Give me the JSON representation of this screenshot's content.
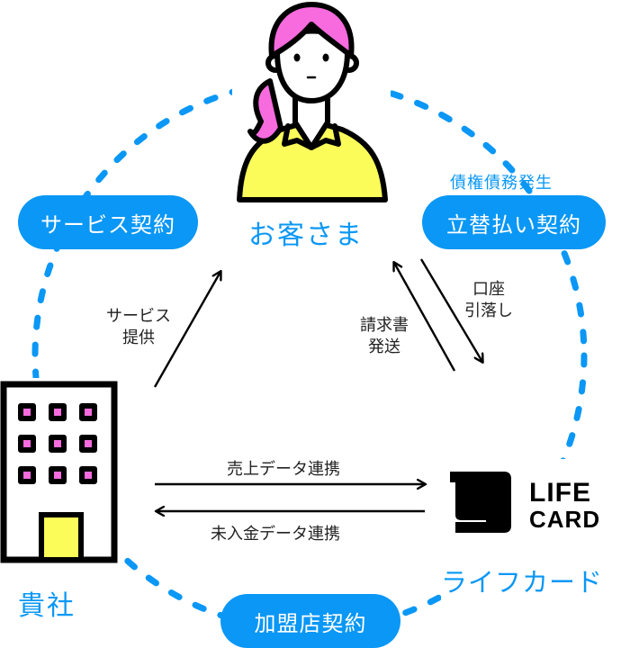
{
  "colors": {
    "accent_blue": "#0a97f5",
    "hair_pink": "#f76bde",
    "shirt_yellow": "#fbfb5a",
    "outline": "#000000"
  },
  "nodes": {
    "customer": {
      "label": "お客さま",
      "icon": "woman-person-icon"
    },
    "merchant": {
      "label": "貴社",
      "icon": "office-building-icon"
    },
    "lifecard": {
      "label": "ライフカード",
      "icon": "lifecard-logo-icon",
      "logo_line1": "LIFE",
      "logo_line2": "CARD"
    }
  },
  "contracts": {
    "service": "サービス契約",
    "advance_payment": "立替払い契約",
    "advance_payment_note": "債権債務発生",
    "merchant": "加盟店契約"
  },
  "flows": [
    {
      "from": "merchant",
      "to": "customer",
      "label_line1": "サービス",
      "label_line2": "提供"
    },
    {
      "from": "lifecard",
      "to": "customer",
      "label_line1": "請求書",
      "label_line2": "発送"
    },
    {
      "from": "customer",
      "to": "lifecard",
      "label_line1": "口座",
      "label_line2": "引落し"
    },
    {
      "from": "merchant",
      "to": "lifecard",
      "label_line1": "売上データ連携"
    },
    {
      "from": "lifecard",
      "to": "merchant",
      "label_line1": "未入金データ連携"
    }
  ]
}
